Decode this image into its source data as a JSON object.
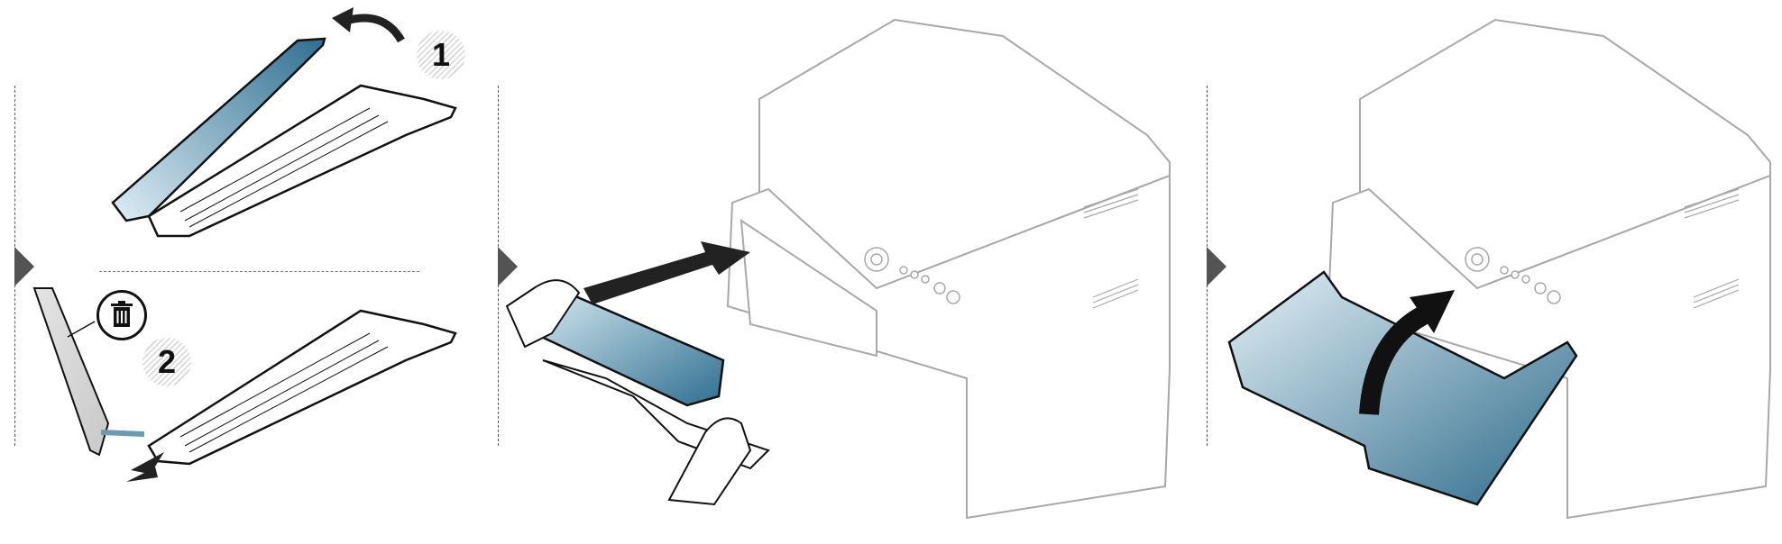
{
  "figure": {
    "description": "Toner cartridge replacement instructions (printer manual illustration)",
    "accent_color": "#3f7f9e",
    "arrow_color": "#545454",
    "line_color": "#222222",
    "printer_line_color": "#a8a8a8"
  },
  "steps": [
    {
      "id": "panel-1",
      "sub_steps": [
        {
          "number": "1",
          "action": "Lift off protective cover from toner cartridge"
        },
        {
          "number": "2",
          "action": "Pull out protective tape and discard",
          "icon": "trash-icon"
        }
      ]
    },
    {
      "id": "panel-2",
      "action": "Insert toner cartridge into printer slot"
    },
    {
      "id": "panel-3",
      "action": "Close front door of printer"
    }
  ],
  "labels": {
    "step1": "1",
    "step2": "2"
  }
}
